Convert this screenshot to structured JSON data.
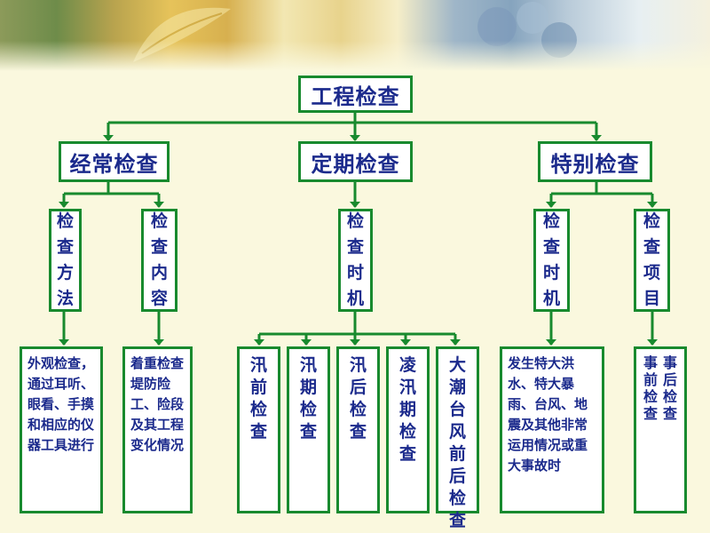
{
  "root": "工程检查",
  "categories": [
    "经常检查",
    "定期检查",
    "特别检查"
  ],
  "routine": {
    "method": {
      "chars": [
        "检",
        "查",
        "方",
        "法"
      ],
      "text": "外观检查，通过耳听、眼看、手摸和相应的仪器工具进行"
    },
    "content": {
      "chars": [
        "检",
        "查",
        "内",
        "容"
      ],
      "text": "着重检查堤防险工、险段及其工程变化情况"
    }
  },
  "periodic": {
    "timing": {
      "chars": [
        "检",
        "查",
        "时",
        "机"
      ]
    },
    "items": [
      {
        "chars": [
          "汛",
          "前",
          "检",
          "查"
        ]
      },
      {
        "chars": [
          "汛",
          "期",
          "检",
          "查"
        ]
      },
      {
        "chars": [
          "汛",
          "后",
          "检",
          "查"
        ]
      },
      {
        "chars": [
          "凌",
          "汛",
          "期",
          "检",
          "查"
        ]
      },
      {
        "chars": [
          "大",
          "潮",
          "台",
          "风",
          "前",
          "后",
          "检",
          "查"
        ]
      }
    ]
  },
  "special": {
    "timing": {
      "chars": [
        "检",
        "查",
        "时",
        "机"
      ],
      "text": "发生特大洪水、特大暴雨、台风、地震及其他非常运用情况或重大事故时"
    },
    "items": {
      "chars": [
        "检",
        "查",
        "项",
        "目"
      ],
      "col1": [
        "事",
        "前",
        "检",
        "查"
      ],
      "col2": [
        "事",
        "后",
        "检",
        "查"
      ]
    }
  },
  "colors": {
    "border": "#188A2E",
    "text": "#1B2A8C",
    "background": "#FAF8DE",
    "box_fill": "#FFFFFF"
  }
}
